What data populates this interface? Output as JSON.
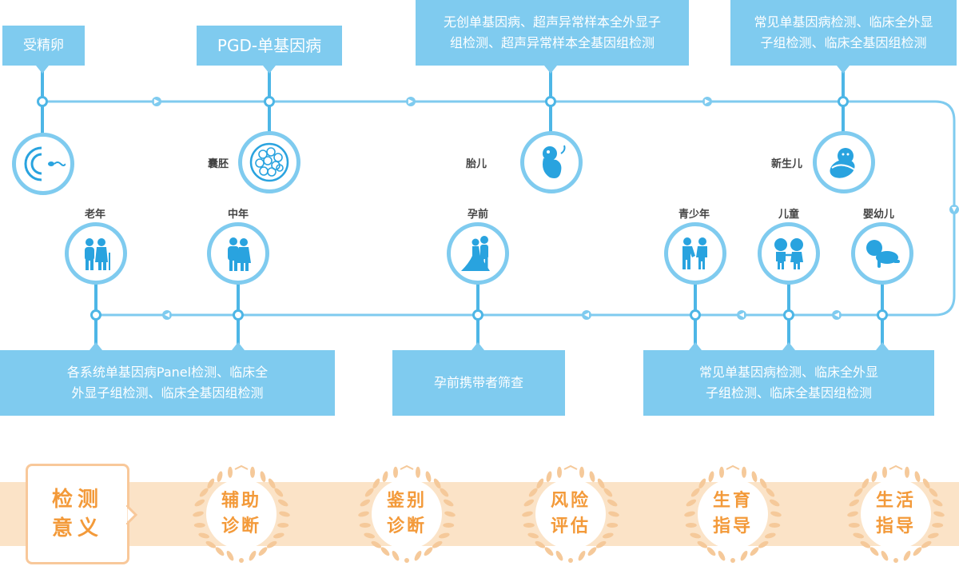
{
  "top_boxes": {
    "fertilized_egg": "受精卵",
    "pgd": "PGD-单基因病",
    "fetus_line1": "无创单基因病、超声异常样本全外显子",
    "fetus_line2": "组检测、超声异常样本全基因组检测",
    "newborn_line1": "常见单基因病检测、临床全外显",
    "newborn_line2": "子组检测、临床全基因组检测"
  },
  "bottom_boxes": {
    "elder_line1": "各系统单基因病Panel检测、临床全",
    "elder_line2": "外显子组检测、临床全基因组检测",
    "preconception": "孕前携带者筛查",
    "child_line1": "常见单基因病检测、临床全外显",
    "child_line2": "子组检测、临床全基因组检测"
  },
  "stages": {
    "blastocyst": "囊胚",
    "fetus": "胎儿",
    "newborn": "新生儿",
    "elderly": "老年",
    "middle_age": "中年",
    "preconception": "孕前",
    "adolescent": "青少年",
    "childhood": "儿童",
    "infant": "婴幼儿"
  },
  "significance": {
    "title_line1": "检测",
    "title_line2": "意义",
    "items": [
      {
        "line1": "辅助",
        "line2": "诊断"
      },
      {
        "line1": "鉴别",
        "line2": "诊断"
      },
      {
        "line1": "风险",
        "line2": "评估"
      },
      {
        "line1": "生育",
        "line2": "指导"
      },
      {
        "line1": "生活",
        "line2": "指导"
      }
    ]
  },
  "colors": {
    "primary_blue": "#7fcbef",
    "node_blue": "#4db6e6",
    "icon_blue": "#29a3df",
    "orange": "#f39a3a",
    "band": "#fbe3c7",
    "laurel": "#f5c99a"
  },
  "icons": [
    "sperm-egg-icon",
    "blastocyst-icon",
    "fetus-icon",
    "newborn-icon",
    "elderly-couple-icon",
    "middle-age-couple-icon",
    "wedding-couple-icon",
    "adolescents-icon",
    "children-icon",
    "infant-icon",
    "laurel-wreath-icon"
  ]
}
